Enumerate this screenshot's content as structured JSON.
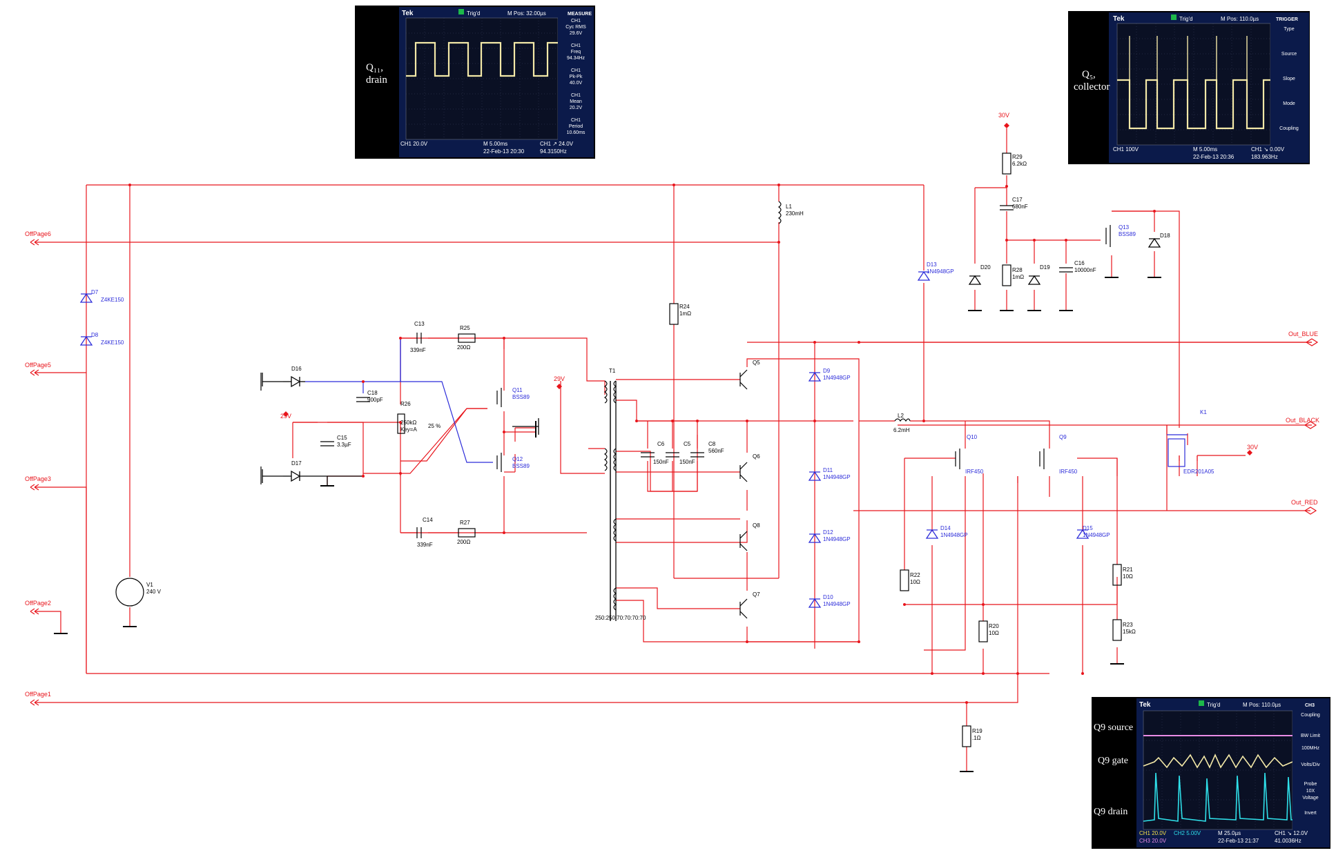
{
  "scope1": {
    "label_line1": "Q₁₁,",
    "label_line2": "drain",
    "brand": "Tek",
    "trig": "Trig'd",
    "mpos": "M Pos: 32.00µs",
    "side_title": "MEASURE",
    "side": [
      {
        "l1": "CH1",
        "l2": "Cyc RMS",
        "l3": "29.6V"
      },
      {
        "l1": "CH1",
        "l2": "Freq",
        "l3": "94.34Hz"
      },
      {
        "l1": "CH1",
        "l2": "Pk-Pk",
        "l3": "40.0V"
      },
      {
        "l1": "CH1",
        "l2": "Mean",
        "l3": "20.2V"
      },
      {
        "l1": "CH1",
        "l2": "Period",
        "l3": "10.60ms"
      }
    ],
    "bottom_ch": "CH1  20.0V",
    "bottom_m": "M 5.00ms",
    "bottom_date": "22-Feb-13 20:30",
    "bottom_trig": "CH1 ↗ 24.0V",
    "bottom_freq": "94.3150Hz"
  },
  "scope2": {
    "label_line1": "Q₅,",
    "label_line2": "collector",
    "brand": "Tek",
    "trig": "Trig'd",
    "mpos": "M Pos: 110.0µs",
    "side_title": "TRIGGER",
    "side": [
      "Type",
      "Source",
      "Slope",
      "Mode",
      "Coupling"
    ],
    "bottom_ch": "CH1  100V",
    "bottom_m": "M 5.00ms",
    "bottom_date": "22-Feb-13 20:36",
    "bottom_trig": "CH1 ↘ 0.00V",
    "bottom_freq": "183.963Hz"
  },
  "scope3": {
    "labels": [
      "Q9 source",
      "Q9 gate",
      "Q9 drain"
    ],
    "brand": "Tek",
    "trig": "Trig'd",
    "mpos": "M Pos: 110.0µs",
    "side_title": "CH3",
    "side": [
      "Coupling",
      "BW Limit",
      "100MHz",
      "Volts/Div",
      "Probe",
      "10X",
      "Voltage",
      "Invert"
    ],
    "bottom_ch1": "CH1  20.0V",
    "bottom_ch2": "CH2  5.00V",
    "bottom_ch3": "CH3  20.0V",
    "bottom_m": "M 25.0µs",
    "bottom_date": "22-Feb-13 21:37",
    "bottom_trig": "CH1 ↘ 12.0V",
    "bottom_freq": "41.0036Hz"
  },
  "offpages": [
    "OffPage6",
    "OffPage5",
    "OffPage3",
    "OffPage2",
    "OffPage1"
  ],
  "outputs": [
    "Out_BLUE",
    "Out_BLACK",
    "Out_RED"
  ],
  "rails": {
    "v30a": "30V",
    "v29a": "29V",
    "v29b": "29V",
    "v30b": "30V"
  },
  "components": {
    "D7": "D7",
    "D7v": "Z4KE150",
    "D8": "D8",
    "D8v": "Z4KE150",
    "V1": "V1",
    "V1v": "240 V",
    "D16": "D16",
    "D17": "D17",
    "C18": "C18",
    "C18v": "900pF",
    "C15": "C15",
    "C15v": "3.3µF",
    "R26": "R26",
    "R26v": "250kΩ",
    "R26k": "Key=A",
    "R26p": "25 %",
    "C13": "C13",
    "C13v": "339nF",
    "R25": "R25",
    "R25v": "200Ω",
    "C14": "C14",
    "C14v": "339nF",
    "R27": "R27",
    "R27v": "200Ω",
    "Q11": "Q11",
    "Q11v": "BSS89",
    "Q12": "Q12",
    "Q12v": "BSS89",
    "T1": "T1",
    "T1v": "250:250:70:70:70:70",
    "C6": "C6",
    "C6v": "150nF",
    "C5": "C5",
    "C5v": "150nF",
    "C8": "C8",
    "C8v": "560nF",
    "R24": "R24",
    "R24v": "1mΩ",
    "L1": "L1",
    "L1v": "230mH",
    "Q5": "Q5",
    "Q6": "Q6",
    "Q8": "Q8",
    "Q7": "Q7",
    "D9": "D9",
    "D9v": "1N4948GP",
    "D11": "D11",
    "D11v": "1N4948GP",
    "D12": "D12",
    "D12v": "1N4948GP",
    "D10": "D10",
    "D10v": "1N4948GP",
    "D13": "D13",
    "D13v": "1N4948GP",
    "L2": "L2",
    "L2v": "6.2mH",
    "Q10": "Q10",
    "Q10v": "IRF450",
    "Q9": "Q9",
    "Q9v": "IRF450",
    "D14": "D14",
    "D14v": "1N4948GP",
    "D15": "D15",
    "D15v": "1N4948GP",
    "R22": "R22",
    "R22v": "10Ω",
    "R21": "R21",
    "R21v": "10Ω",
    "R20": "R20",
    "R20v": "10Ω",
    "R23": "R23",
    "R23v": "15kΩ",
    "R19": "R19",
    "R19v": ".1Ω",
    "R29": "R29",
    "R29v": "6.2kΩ",
    "C17": "C17",
    "C17v": "680nF",
    "R28": "R28",
    "R28v": "1mΩ",
    "D20": "D20",
    "D19": "D19",
    "C16": "C16",
    "C16v": "10000nF",
    "Q13": "Q13",
    "Q13v": "BSS89",
    "D18": "D18",
    "K1": "K1",
    "K1v": "EDR201A05"
  },
  "colors": {
    "wire_red": "#e8141b",
    "wire_blue": "#2b2bd9",
    "rail": "#e8141b",
    "scope_bg": "#0a1440"
  }
}
